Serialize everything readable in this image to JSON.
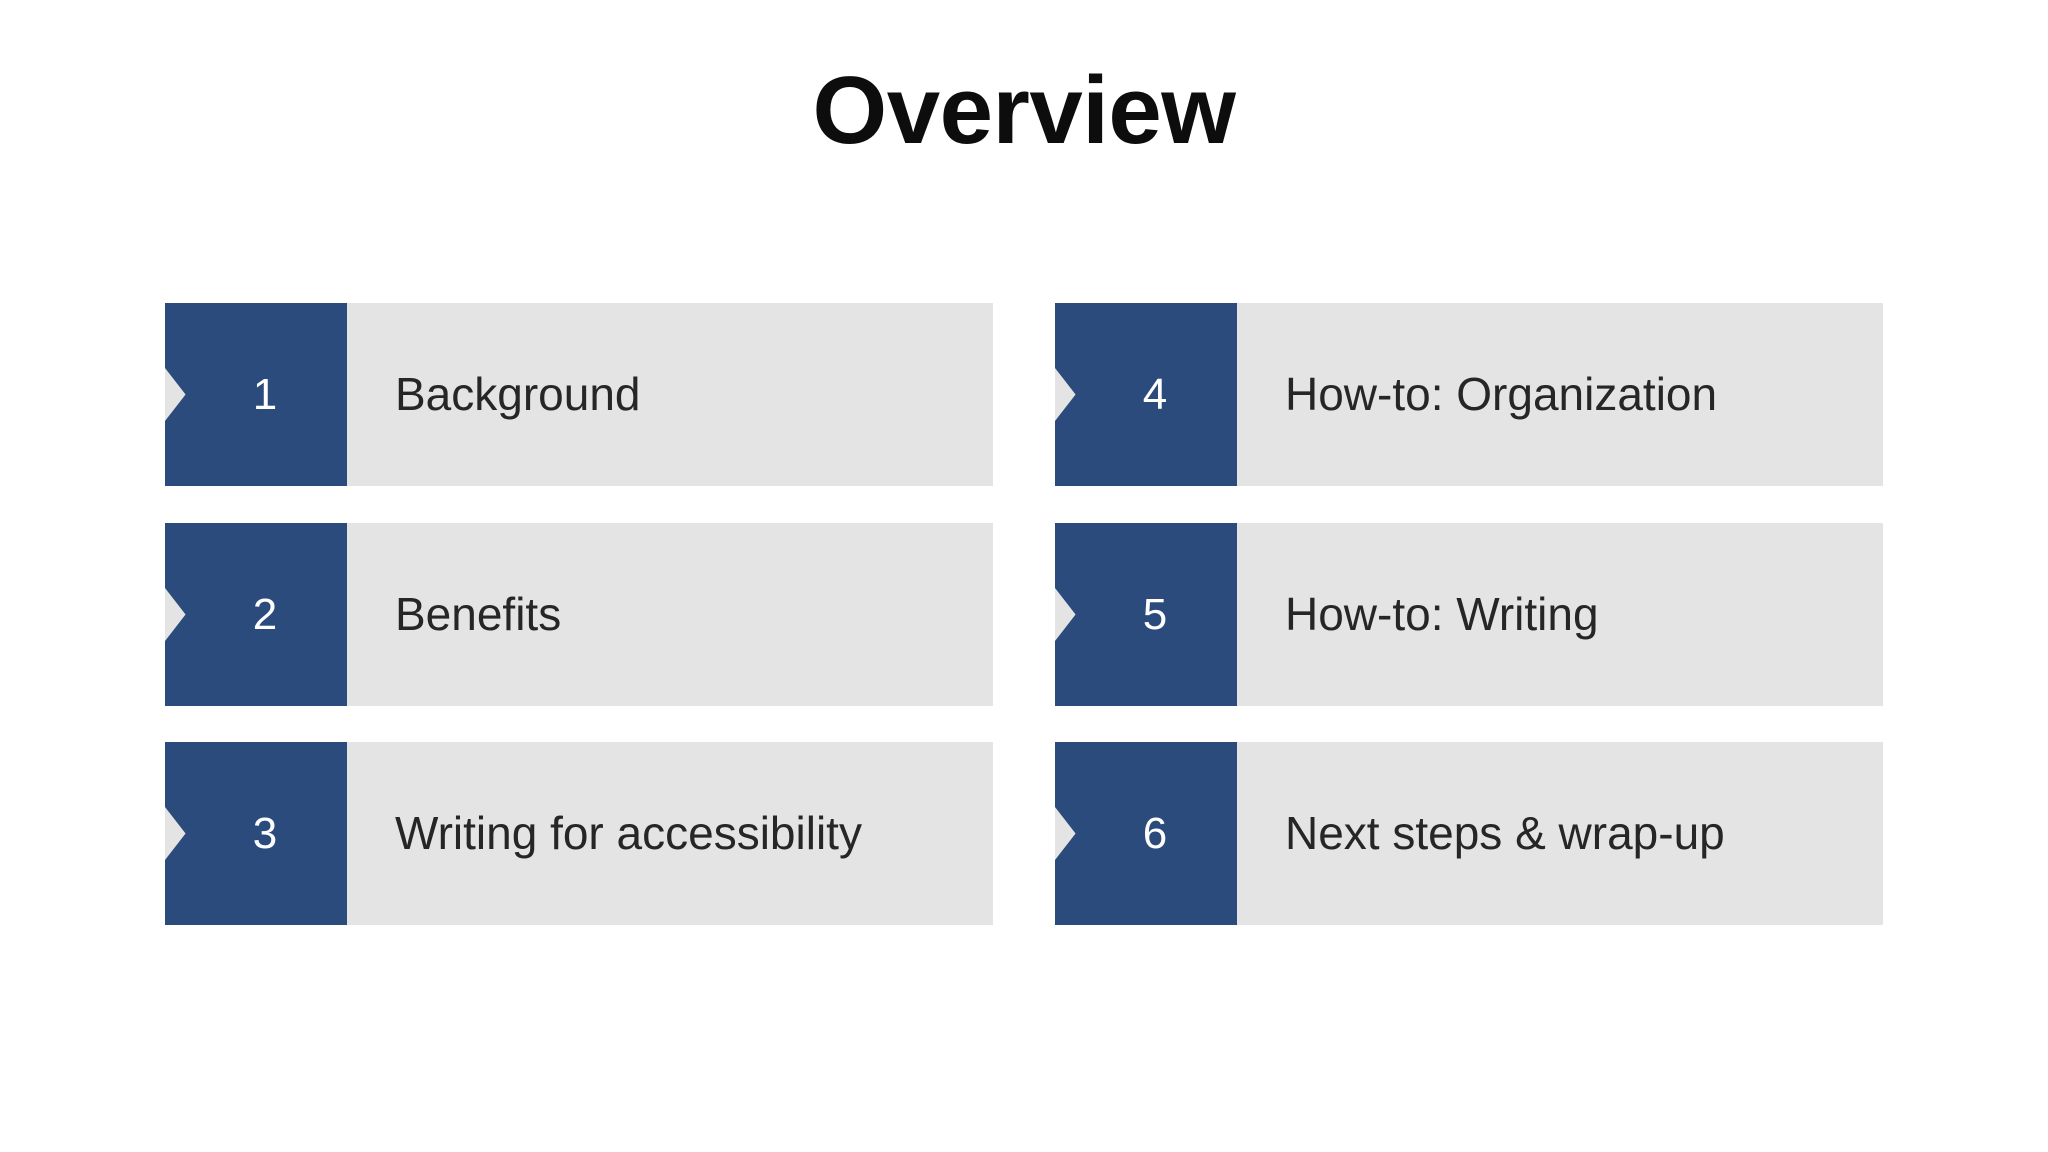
{
  "slide": {
    "title": "Overview",
    "background_color": "#ffffff",
    "title_color": "#0d0d0d",
    "accent_color": "#2b4b7d",
    "panel_color": "#e4e4e4",
    "label_color": "#262626",
    "number_color": "#ffffff"
  },
  "agenda": {
    "columns": [
      {
        "name": "left-column",
        "items": [
          {
            "number": "1",
            "label": "Background"
          },
          {
            "number": "2",
            "label": "Benefits"
          },
          {
            "number": "3",
            "label": "Writing for accessibility"
          }
        ]
      },
      {
        "name": "right-column",
        "items": [
          {
            "number": "4",
            "label": "How-to: Organization"
          },
          {
            "number": "5",
            "label": "How-to: Writing"
          },
          {
            "number": "6",
            "label": "Next steps & wrap-up"
          }
        ]
      }
    ]
  }
}
